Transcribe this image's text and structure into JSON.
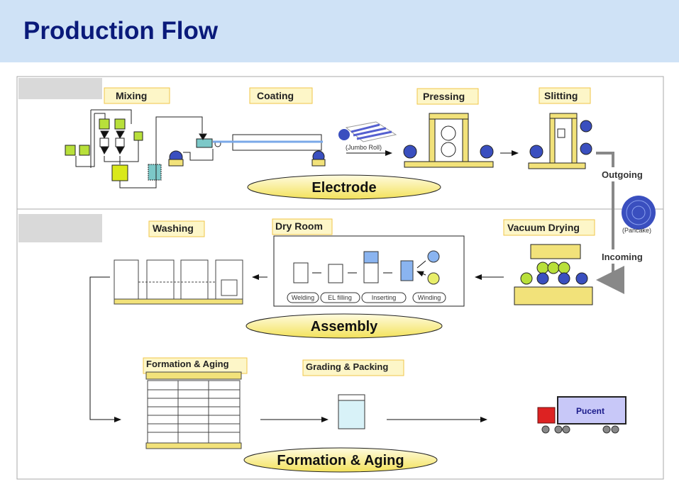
{
  "title": "Production Flow",
  "sections": {
    "electrode": {
      "name": "Electrode",
      "steps": [
        "Mixing",
        "Coating",
        "Pressing",
        "Slitting"
      ],
      "jumbo_roll": "(Jumbo Roll)"
    },
    "transfer": {
      "outgoing": "Outgoing",
      "pancake": "(Pancake)",
      "incoming": "Incoming"
    },
    "assembly": {
      "name": "Assembly",
      "steps": [
        "Vacuum Drying",
        "Dry Room",
        "Washing"
      ],
      "dry_room_steps": [
        "Welding",
        "EL filling",
        "Inserting",
        "Winding"
      ]
    },
    "formation": {
      "name": "Formation & Aging",
      "steps": [
        "Formation & Aging",
        "Grading & Packing"
      ],
      "truck_label": "Pucent"
    }
  },
  "colors": {
    "header": "#cfe2f6",
    "title": "#0a1a7a",
    "label_bg": "#fdf6c8",
    "machine_yellow": "#f2e27a",
    "machine_green": "#b8e03a",
    "roll_blue": "#3a4fbf"
  }
}
